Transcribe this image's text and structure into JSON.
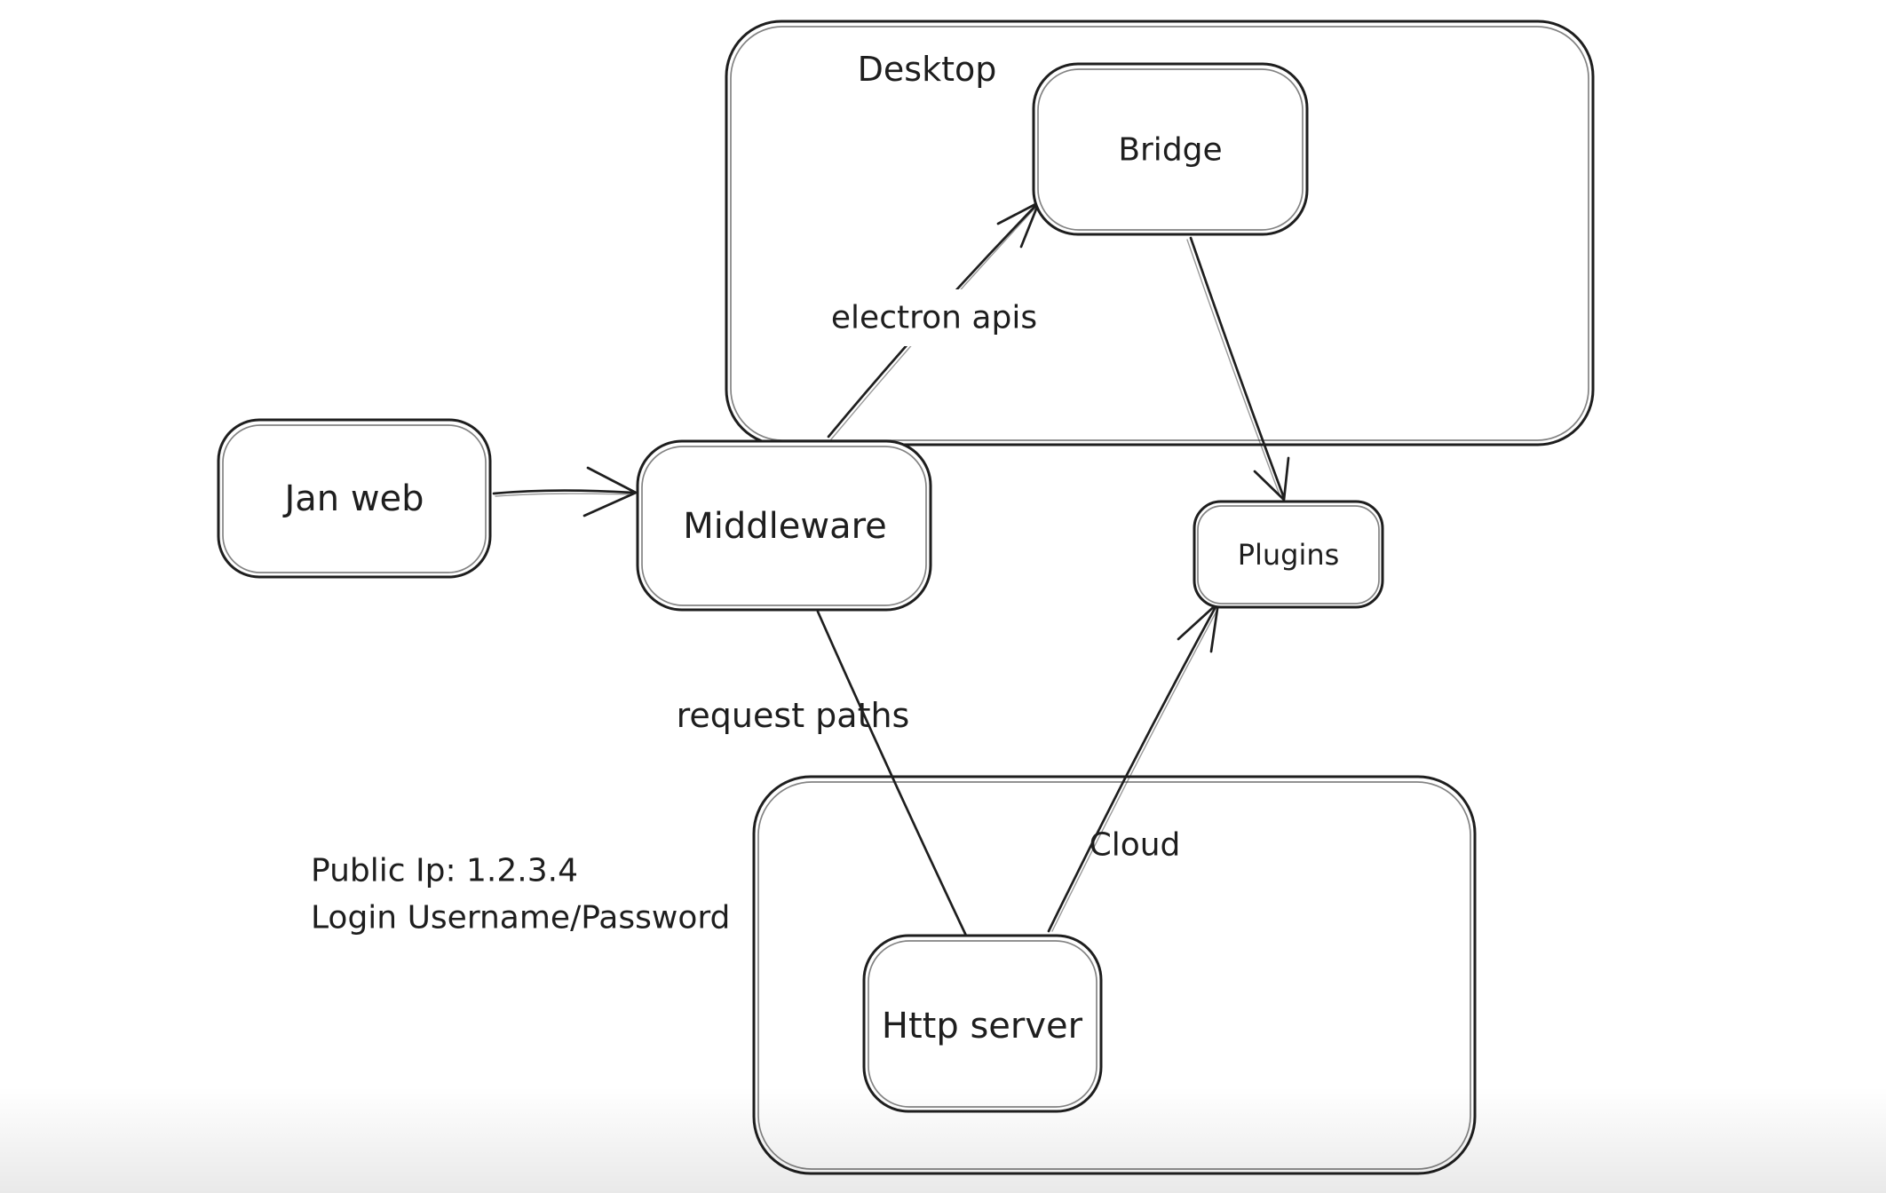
{
  "canvas": {
    "background_color": "#ffffff",
    "stroke_color": "#1e1e1e"
  },
  "containers": [
    {
      "id": "desktop",
      "label": "Desktop"
    },
    {
      "id": "cloud",
      "label": "Cloud"
    }
  ],
  "nodes": [
    {
      "id": "jan-web",
      "label": "Jan web"
    },
    {
      "id": "middleware",
      "label": "Middleware"
    },
    {
      "id": "bridge",
      "label": "Bridge"
    },
    {
      "id": "plugins",
      "label": "Plugins"
    },
    {
      "id": "http-server",
      "label": "Http server"
    }
  ],
  "edges": [
    {
      "id": "jan-web-to-middleware",
      "from": "Jan web",
      "to": "Middleware",
      "label": ""
    },
    {
      "id": "middleware-to-bridge",
      "from": "Middleware",
      "to": "Bridge",
      "label": "electron apis"
    },
    {
      "id": "bridge-to-plugins",
      "from": "Bridge",
      "to": "Plugins",
      "label": ""
    },
    {
      "id": "middleware-to-http-server",
      "from": "Middleware",
      "to": "Http server",
      "label": "request paths"
    },
    {
      "id": "http-server-to-plugins",
      "from": "Http server",
      "to": "Plugins",
      "label": ""
    }
  ],
  "annotations": [
    {
      "id": "server-credentials-note",
      "line1": "Public Ip: 1.2.3.4",
      "line2": "Login Username/Password"
    }
  ]
}
